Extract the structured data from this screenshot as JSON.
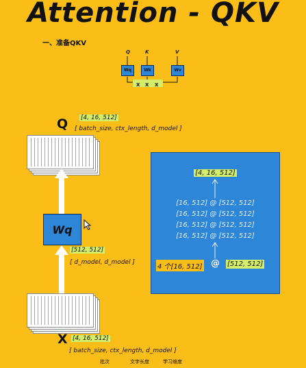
{
  "title": "Attention - QKV",
  "section_heading": "一、准备QKV",
  "mini_diagram": {
    "outputs": [
      "Q",
      "K",
      "V"
    ],
    "boxes": [
      "Wq",
      "Wk",
      "Wv"
    ],
    "inputs": [
      "X",
      "X",
      "X"
    ]
  },
  "q_block": {
    "letter": "Q",
    "shape": "[4, 16, 512]",
    "shape_desc": "[ batch_size, ctx_length, d_model ]"
  },
  "wq_block": {
    "label": "Wq",
    "shape": "[512, 512]",
    "shape_desc": "[ d_model, d_model ]"
  },
  "x_block": {
    "letter": "X",
    "shape": "[4, 16, 512]",
    "shape_desc": "[ batch_size, ctx_length, d_model ]",
    "cn_labels": [
      "批次",
      "文字长度",
      "学习维度"
    ]
  },
  "panel": {
    "result": "[4, 16, 512]",
    "rows": [
      "[16, 512] @ [512, 512]",
      "[16, 512] @ [512, 512]",
      "[16, 512] @ [512, 512]",
      "[16, 512] @ [512, 512]"
    ],
    "bottom_left": "4 个[16, 512]",
    "bottom_op": "@",
    "bottom_right": "[512, 512]"
  },
  "colors": {
    "background": "#fbbd17",
    "blue": "#2e86d9",
    "highlight": "#d4ee6c"
  }
}
